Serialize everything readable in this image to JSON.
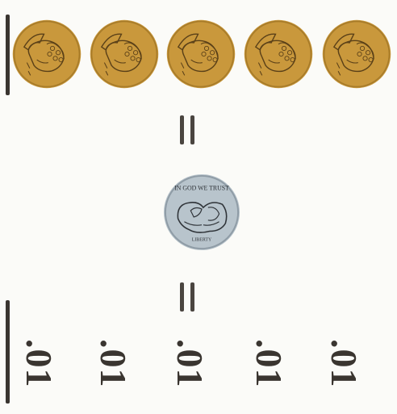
{
  "penny_count": 5,
  "colors": {
    "penny": "#c9983c",
    "penny_line": "#5a4018",
    "dime": "#b8c4cc",
    "dime_line": "#2f3338",
    "ink": "#3a3530"
  },
  "dime": {
    "motto": "IN GOD WE TRUST",
    "inscription": "LIBERTY"
  },
  "equals_symbol": "=",
  "amounts": [
    ".01",
    ".01",
    ".01",
    ".01",
    ".01"
  ]
}
